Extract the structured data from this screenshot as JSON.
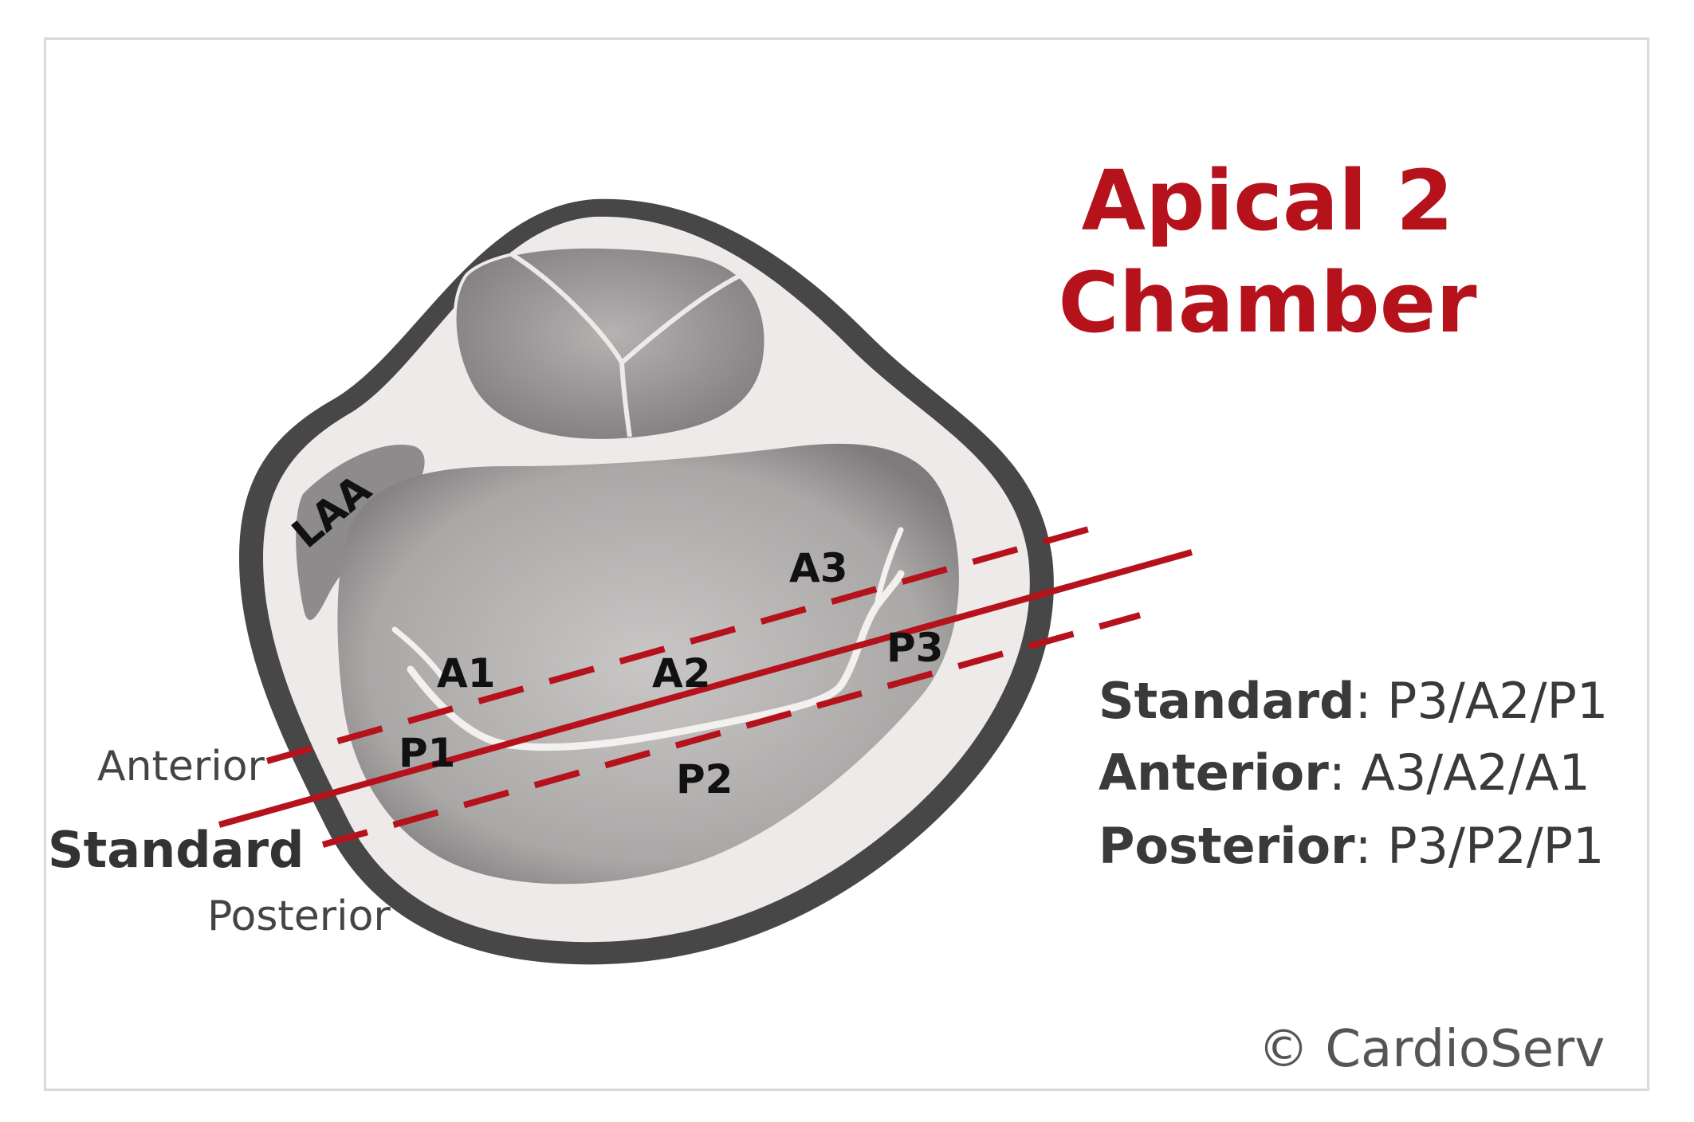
{
  "title": {
    "line1": "Apical 2",
    "line2": "Chamber"
  },
  "legend": {
    "standard": {
      "name": "Standard",
      "value": ": P3/A2/P1"
    },
    "anterior": {
      "name": "Anterior",
      "value": ": A3/A2/A1"
    },
    "posterior": {
      "name": "Posterior",
      "value": ": P3/P2/P1"
    }
  },
  "planes": {
    "anterior": "Anterior",
    "standard": "Standard",
    "posterior": "Posterior"
  },
  "segments": {
    "laa": "LAA",
    "a1": "A1",
    "a2": "A2",
    "a3": "A3",
    "p1": "P1",
    "p2": "P2",
    "p3": "P3"
  },
  "copyright": "© CardioServ",
  "colors": {
    "accent": "#b5121b",
    "outer_wall": "#474747",
    "tissue": "#efeaea",
    "chamber": "#9c9c9c"
  }
}
